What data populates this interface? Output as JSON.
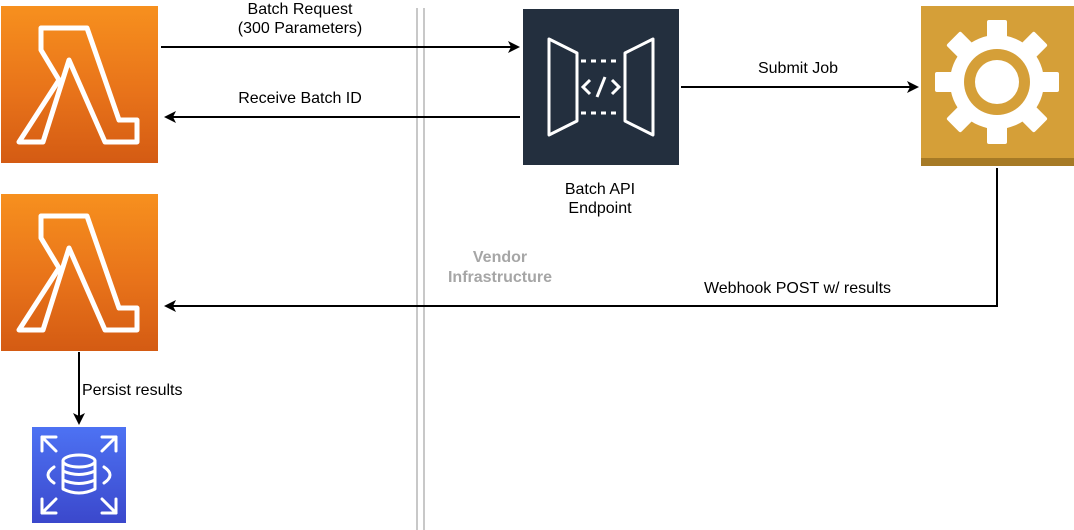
{
  "nodes": {
    "lambda_top": {
      "icon": "aws-lambda-icon",
      "color": "#ed7100"
    },
    "lambda_bottom": {
      "icon": "aws-lambda-icon",
      "color": "#ed7100"
    },
    "api_endpoint": {
      "icon": "api-gateway-endpoint-icon",
      "label_line1": "Batch API",
      "label_line2": "Endpoint",
      "color": "#232f3e"
    },
    "vendor_engine": {
      "icon": "gear-icon",
      "color": "#d59f38"
    },
    "rds": {
      "icon": "rds-database-icon",
      "color": "#3b48cc"
    }
  },
  "vendor_boundary": {
    "label_line1": "Vendor",
    "label_line2": "Infrastructure"
  },
  "edges": {
    "batch_request": {
      "line1": "Batch Request",
      "line2": "(300 Parameters)"
    },
    "receive_batch_id": {
      "label": "Receive Batch ID"
    },
    "submit_job": {
      "label": "Submit Job"
    },
    "webhook": {
      "label": "Webhook POST w/ results"
    },
    "persist": {
      "label": "Persist results"
    }
  }
}
